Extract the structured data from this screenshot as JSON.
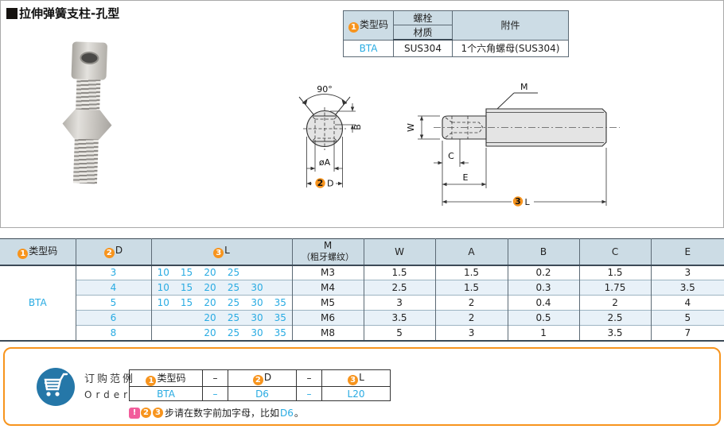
{
  "title": {
    "text": "拉伸弹簧支柱-孔型"
  },
  "badges": {
    "one": "1",
    "two": "2",
    "three": "3"
  },
  "spec_table": {
    "col_type": "类型码",
    "col_bolt": "螺栓",
    "col_material": "材质",
    "col_accessory": "附件",
    "type_code": "BTA",
    "material": "SUS304",
    "accessory": "1个六角螺母(SUS304)"
  },
  "drawing": {
    "angle_label": "90°",
    "dia_a_label": "øA",
    "b_label": "B",
    "d_label": "D",
    "m_label": "M",
    "w_label": "W",
    "c_label": "C",
    "e_label": "E",
    "l_label": "L"
  },
  "dim_table": {
    "col_type": "类型码",
    "col_d": "D",
    "col_l": "L",
    "col_m_line1": "M",
    "col_m_line2": "（粗牙螺纹）",
    "col_w": "W",
    "col_a": "A",
    "col_b": "B",
    "col_c": "C",
    "col_e": "E",
    "type_code": "BTA",
    "rows": [
      {
        "d": "3",
        "l": [
          "10",
          "15",
          "20",
          "25",
          "",
          ""
        ],
        "m": "M3",
        "w": "1.5",
        "a": "1.5",
        "b": "0.2",
        "c": "1.5",
        "e": "3"
      },
      {
        "d": "4",
        "l": [
          "10",
          "15",
          "20",
          "25",
          "30",
          ""
        ],
        "m": "M4",
        "w": "2.5",
        "a": "1.5",
        "b": "0.3",
        "c": "1.75",
        "e": "3.5"
      },
      {
        "d": "5",
        "l": [
          "10",
          "15",
          "20",
          "25",
          "30",
          "35"
        ],
        "m": "M5",
        "w": "3",
        "a": "2",
        "b": "0.4",
        "c": "2",
        "e": "4"
      },
      {
        "d": "6",
        "l": [
          "",
          "",
          "20",
          "25",
          "30",
          "35"
        ],
        "m": "M6",
        "w": "3.5",
        "a": "2",
        "b": "0.5",
        "c": "2.5",
        "e": "5"
      },
      {
        "d": "8",
        "l": [
          "",
          "",
          "20",
          "25",
          "30",
          "35"
        ],
        "m": "M8",
        "w": "5",
        "a": "3",
        "b": "1",
        "c": "3.5",
        "e": "7"
      }
    ]
  },
  "order": {
    "title_cn": "订购范例",
    "title_en": "Order",
    "col_type": "类型码",
    "col_d": "D",
    "col_l": "L",
    "dash": "–",
    "val_type": "BTA",
    "val_d": "D6",
    "val_l": "L20",
    "note_bang": "!",
    "note_text": "步请在数字前加字母，比如",
    "note_code": "D6",
    "note_period": "。"
  },
  "colors": {
    "accent_orange": "#f7941d",
    "link_blue": "#29abe2",
    "note_pink": "#f25c9b",
    "cart_blue": "#2577a8",
    "table_header_bg": "#ccdce5",
    "alt_row_bg": "#e8f1f8"
  }
}
